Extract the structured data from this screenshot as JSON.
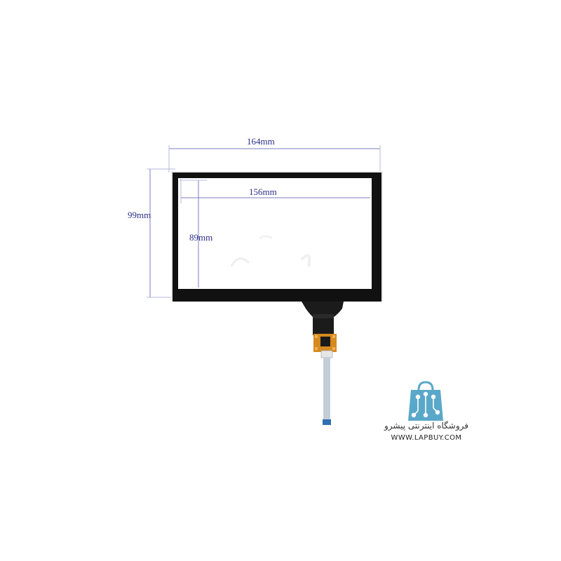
{
  "dimensions": {
    "outer_width": "164mm",
    "outer_height": "99mm",
    "inner_width": "156mm",
    "inner_height": "89mm"
  },
  "watermark": {
    "persian_name": "فروشگاه اینترنتی پیشرو",
    "url": "WWW.LAPBUY.COM"
  },
  "colors": {
    "dimension_lines": "#7a7fc0",
    "dimension_text": "#2b2f86",
    "bezel": "#111111",
    "flex_cable": "#1b1b1b",
    "connector": "#d68a1e",
    "ribbon": "#c9d3dc",
    "logo_bag": "#5aa8c9"
  }
}
